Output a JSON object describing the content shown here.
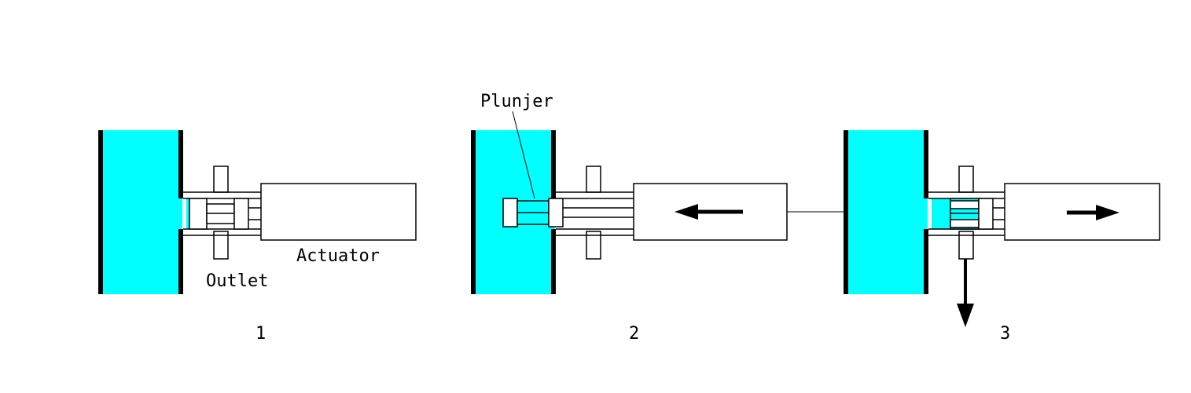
{
  "labels": {
    "plunger": "Plunjer",
    "outlet": "Outlet",
    "actuator": "Actuator"
  },
  "steps": [
    {
      "number": "1"
    },
    {
      "number": "2"
    },
    {
      "number": "3"
    }
  ],
  "colors": {
    "fluid": "#00ffff",
    "line": "#000000",
    "background": "#ffffff"
  }
}
